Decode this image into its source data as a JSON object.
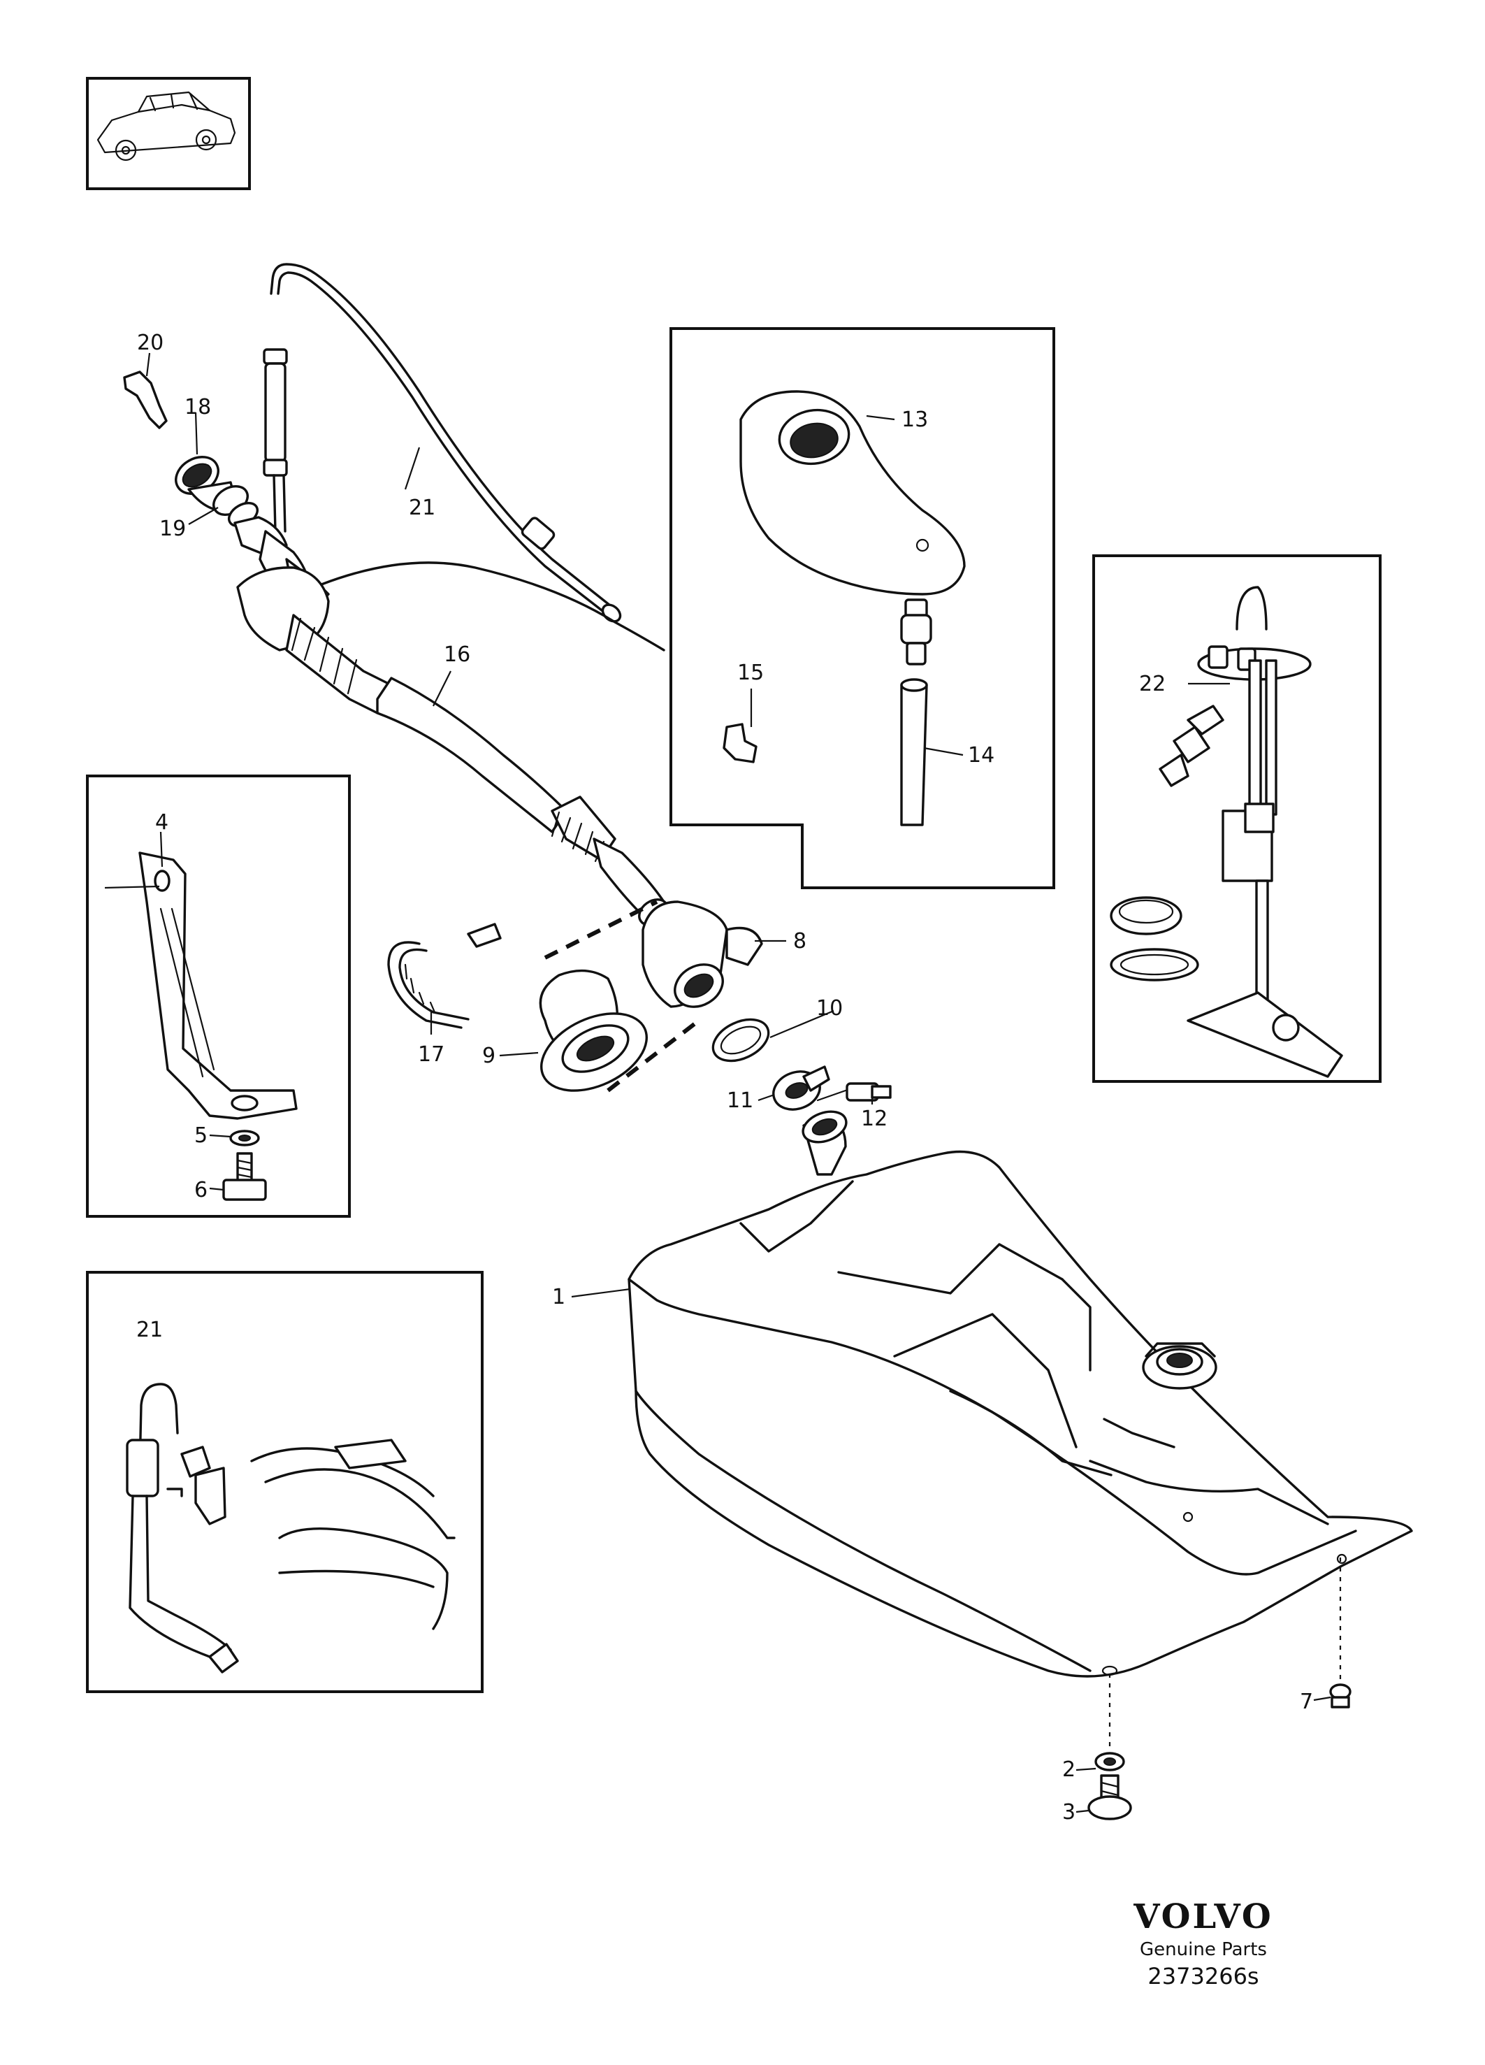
{
  "callouts": {
    "c1": "1",
    "c2": "2",
    "c3": "3",
    "c4": "4",
    "c5": "5",
    "c6": "6",
    "c7": "7",
    "c8": "8",
    "c9": "9",
    "c10": "10",
    "c11": "11",
    "c12": "12",
    "c13": "13",
    "c14": "14",
    "c15": "15",
    "c16": "16",
    "c17": "17",
    "c18": "18",
    "c19": "19",
    "c20": "20",
    "c21_hose": "21",
    "c21_inset": "21",
    "c22": "22"
  },
  "brand": {
    "name": "VOLVO",
    "subtitle": "Genuine Parts",
    "diagram_number": "2373266s"
  }
}
